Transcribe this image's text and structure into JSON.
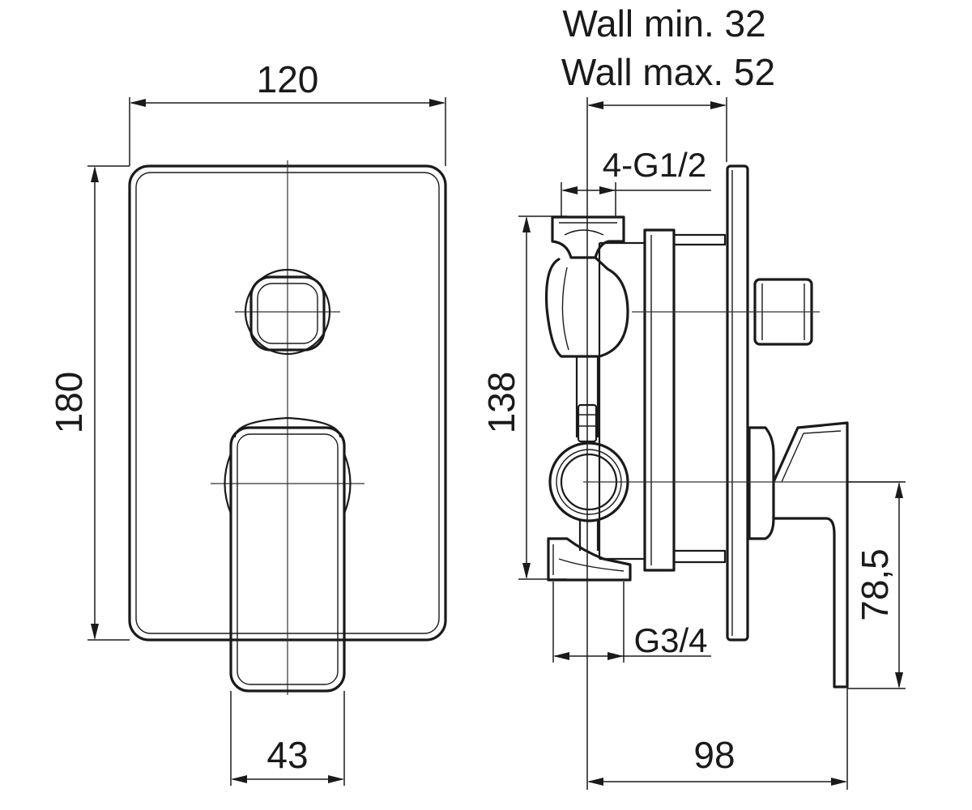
{
  "diagram": {
    "labels": {
      "width_front": "120",
      "height_front": "180",
      "lever_width": "43",
      "wall_min": "Wall min. 32",
      "wall_max": "Wall max. 52",
      "inlet_thread": "4-G1/2",
      "body_height": "138",
      "outlet_thread": "G3/4",
      "lever_offset": "78,5",
      "total_depth": "98"
    }
  }
}
